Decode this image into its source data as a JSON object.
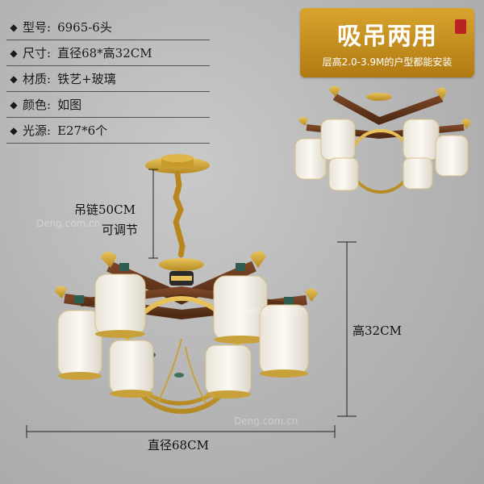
{
  "specs": [
    {
      "label": "型号:",
      "value": "6965-6头"
    },
    {
      "label": "尺寸:",
      "value": "直径68*高32CM"
    },
    {
      "label": "材质:",
      "value": "铁艺+玻璃"
    },
    {
      "label": "颜色:",
      "value": "如图"
    },
    {
      "label": "光源:",
      "value": "E27*6个"
    }
  ],
  "badge": {
    "title": "吸吊两用",
    "subtitle": "层高2.0-3.9M的户型都能安装"
  },
  "dimensions": {
    "chain_line1": "吊链50CM",
    "chain_line2": "可调节",
    "height": "高32CM",
    "diameter": "直径68CM"
  },
  "watermark": "Deng.com.cn",
  "colors": {
    "gold": "#c9a13a",
    "wood": "#6b3a1e",
    "glass": "#f4f1ea",
    "accent": "#2f5d4f"
  }
}
